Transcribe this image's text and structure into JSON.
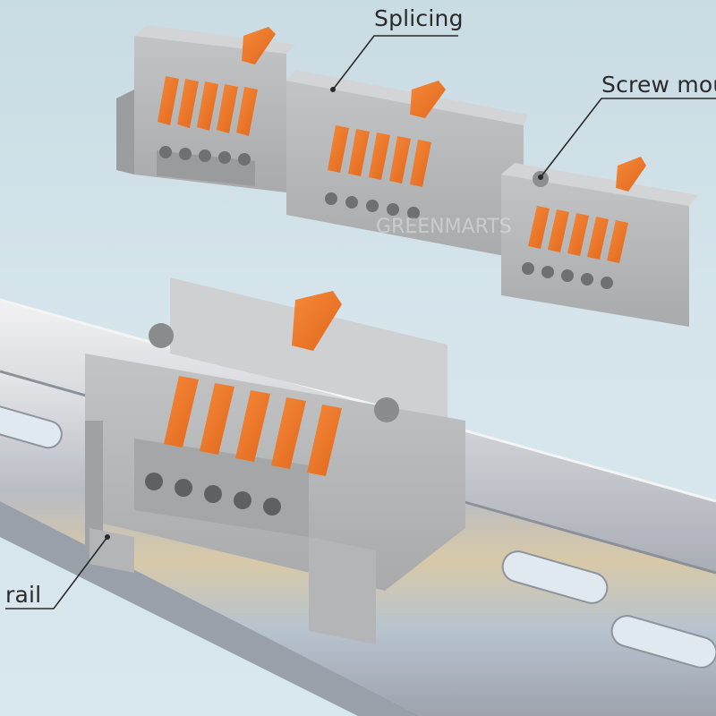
{
  "labels": {
    "splicing": "Splicing",
    "screw_mount": "Screw mou",
    "rail": "rail"
  },
  "watermark": "GREENMARTS",
  "colors": {
    "housing": "#b7b8b9",
    "housing_dark": "#8f9091",
    "lever": "#f07a2a",
    "lever_dark": "#d8621a",
    "rail": "#c9cbd1",
    "leader": "#2a2a2a"
  }
}
